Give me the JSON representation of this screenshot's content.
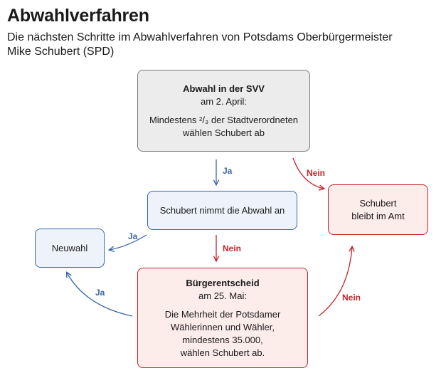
{
  "header": {
    "title": "Abwahlverfahren",
    "subtitle": "Die nächsten Schritte im Abwahlverfahren von Potsdams Oberbürgermeister Mike Schubert (SPD)"
  },
  "nodes": {
    "svv": {
      "title": "Abwahl in der SVV",
      "date": "am 2. April:",
      "line1": "Mindestens ²/₃ der Stadtverordneten",
      "line2": "wählen Schubert ab"
    },
    "accept": {
      "text": "Schubert nimmt die Abwahl an"
    },
    "stays": {
      "line1": "Schubert",
      "line2": "bleibt im Amt"
    },
    "neuwahl": {
      "text": "Neuwahl"
    },
    "entscheid": {
      "title": "Bürgerentscheid",
      "date": "am 25. Mai:",
      "line1": "Die Mehrheit der Potsdamer",
      "line2": "Wählerinnen und Wähler,",
      "line3": "mindestens 35.000,",
      "line4": "wählen Schubert ab."
    }
  },
  "edges": {
    "svv_accept": "Ja",
    "svv_stays": "Nein",
    "accept_neuwahl": "Ja",
    "accept_entscheid": "Nein",
    "entscheid_neuwahl": "Ja",
    "entscheid_stays": "Nein"
  },
  "colors": {
    "ja": "#3a66a8",
    "nein": "#c0242a",
    "neutral": "#7a7a7a"
  }
}
